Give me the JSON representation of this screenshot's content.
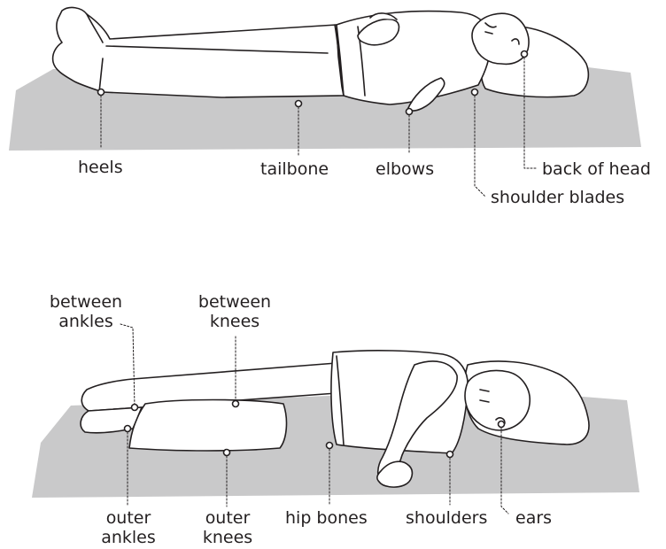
{
  "colors": {
    "mattress": "#c9c9ca",
    "line": "#231f20",
    "fill": "#ffffff"
  },
  "panels": [
    {
      "pose": "supine",
      "labels": {
        "heels": "heels",
        "tailbone": "tailbone",
        "elbows": "elbows",
        "back_of_head": "back of head",
        "shoulder_blades": "shoulder blades"
      }
    },
    {
      "pose": "side-lying",
      "labels": {
        "between_ankles": "between\nankles",
        "between_knees": "between\nknees",
        "outer_ankles": "outer\nankles",
        "outer_knees": "outer\nknees",
        "hip_bones": "hip bones",
        "shoulders": "shoulders",
        "ears": "ears"
      }
    }
  ]
}
